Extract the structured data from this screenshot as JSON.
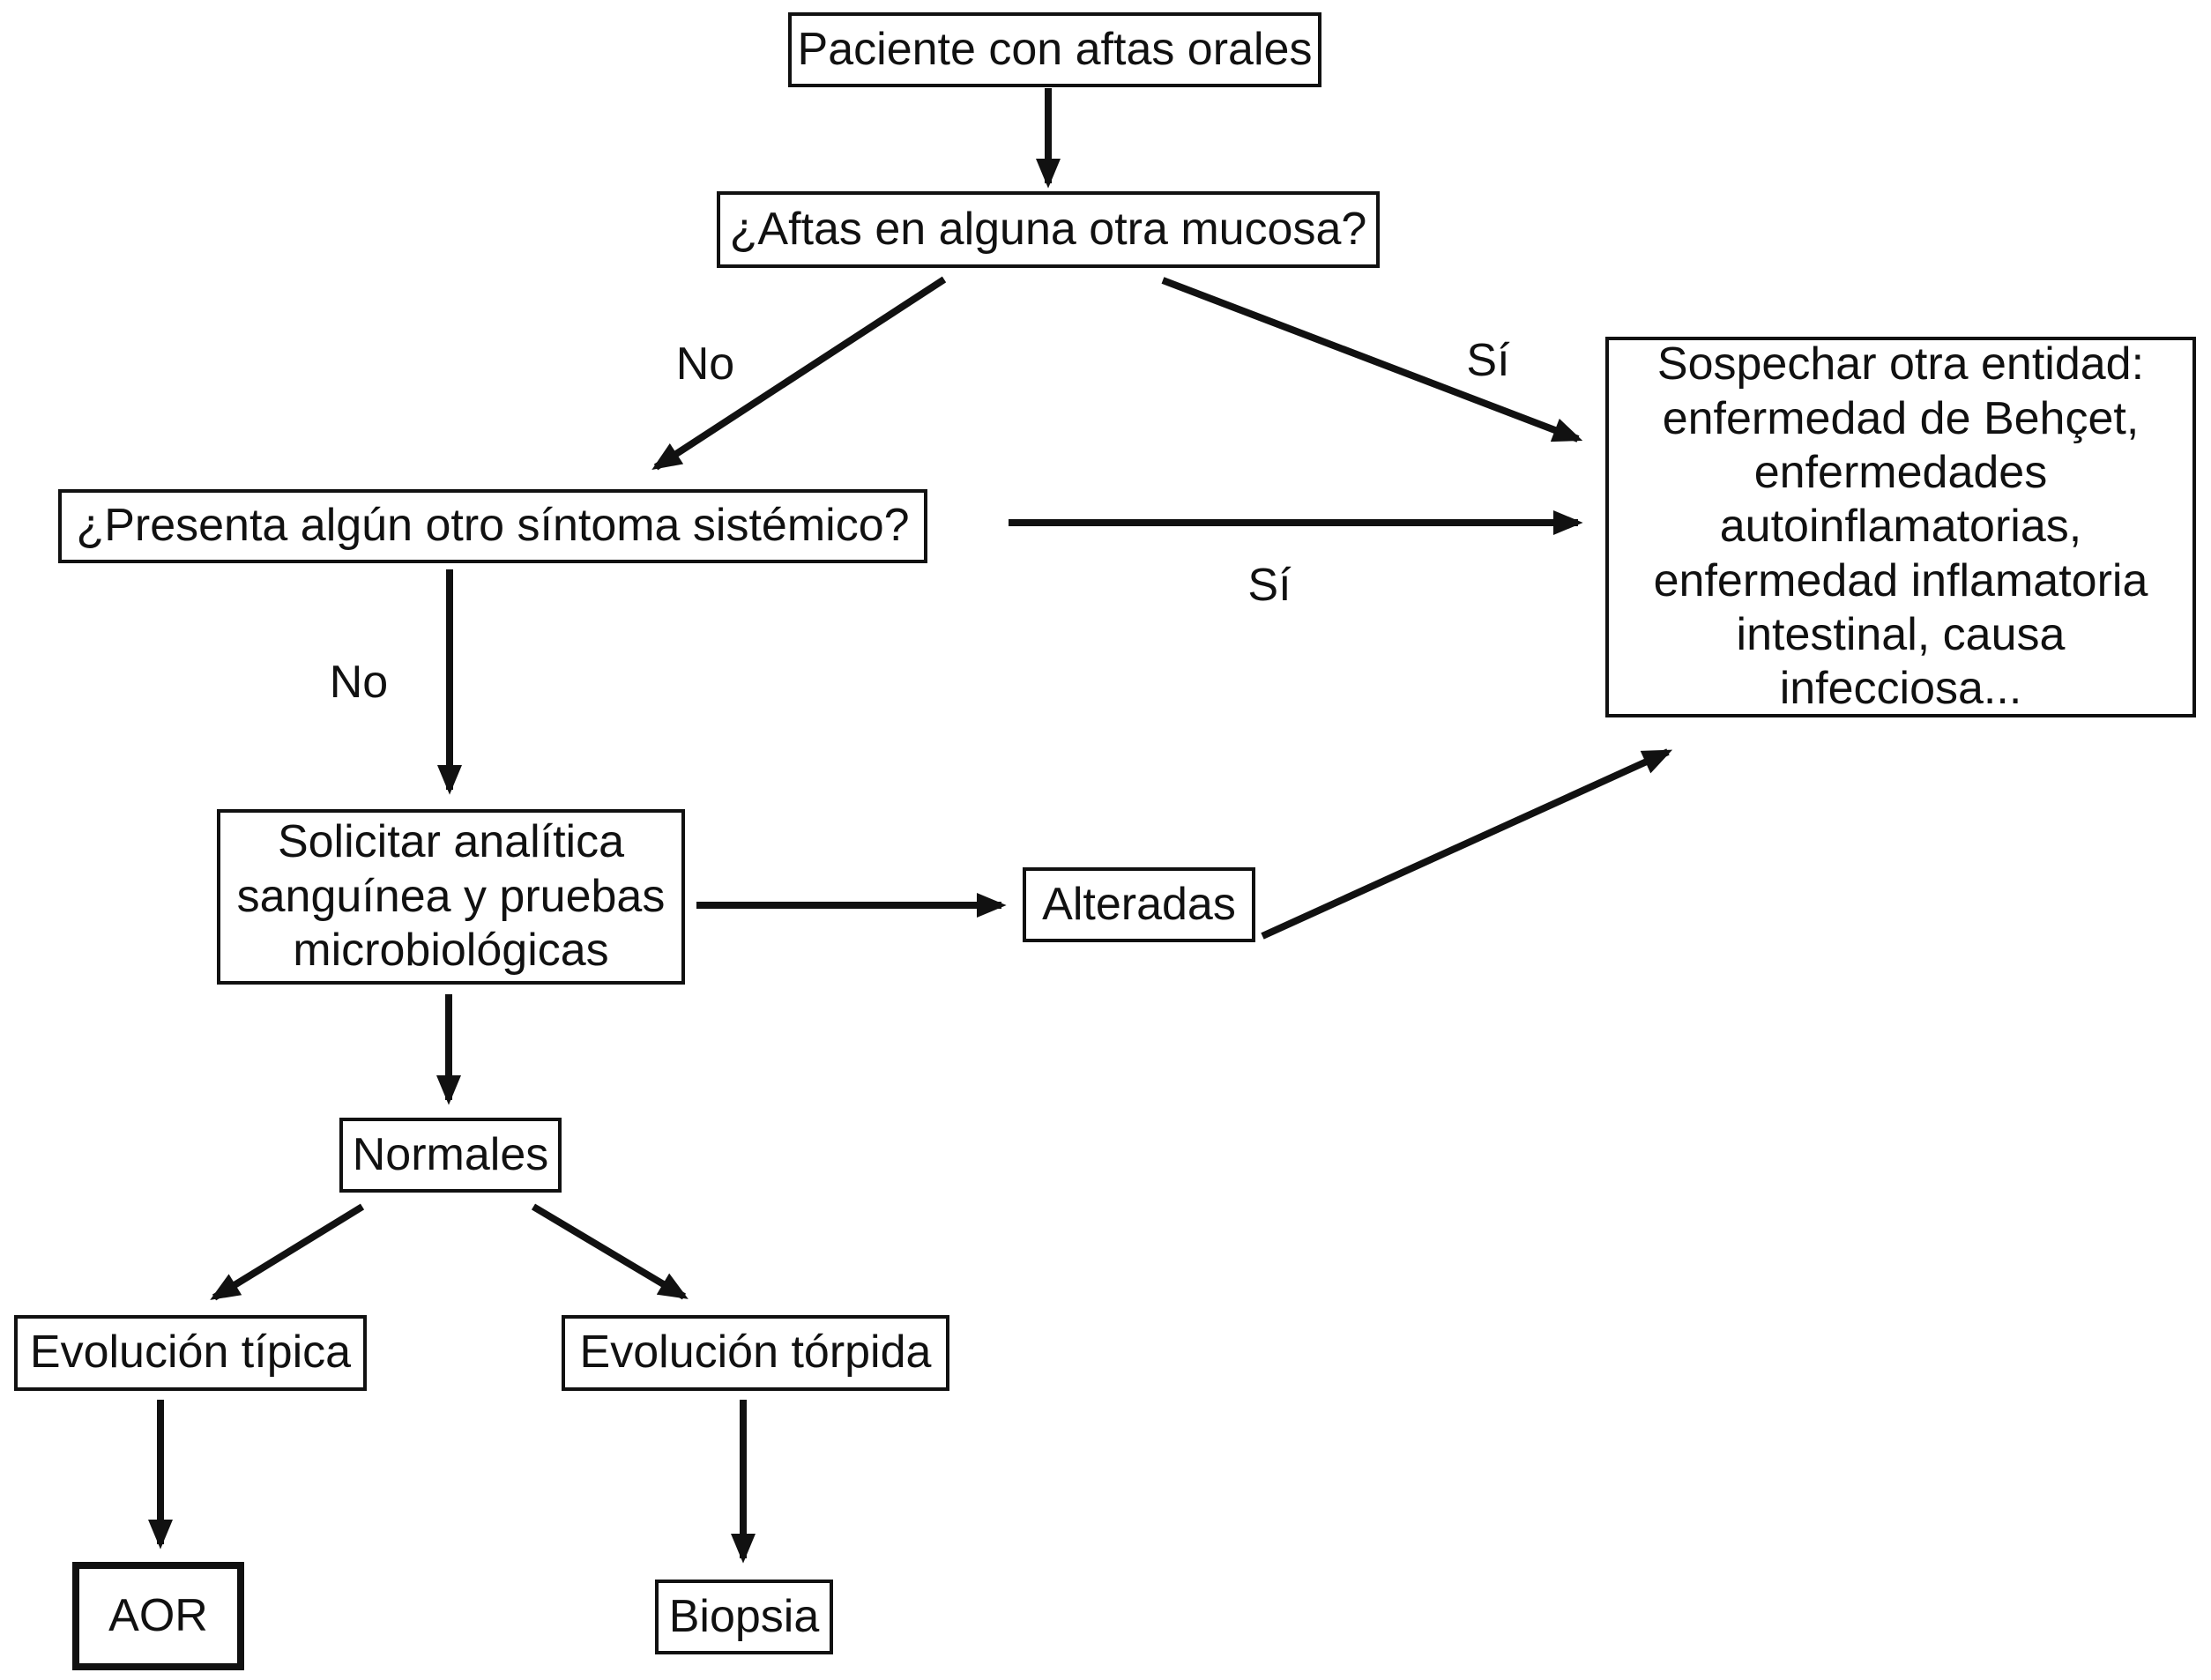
{
  "style": {
    "background": "#ffffff",
    "line_color": "#111111",
    "text_color": "#111111"
  },
  "nodes": {
    "paciente": {
      "label": "Paciente con aftas orales"
    },
    "aftas_otra_mucosa": {
      "label": "¿Aftas en alguna otra mucosa?"
    },
    "sospechar": {
      "label": [
        "Sospechar otra entidad:",
        "enfermedad de Behçet,",
        "enfermedades",
        "autoinflamatorias,",
        "enfermedad inflamatoria",
        "intestinal, causa",
        "infecciosa..."
      ]
    },
    "sintoma_sistemico": {
      "label": "¿Presenta algún otro síntoma sistémico?"
    },
    "solicitar_analitica": {
      "label": [
        "Solicitar analítica",
        "sanguínea y pruebas",
        "microbiológicas"
      ]
    },
    "alteradas": {
      "label": "Alteradas"
    },
    "normales": {
      "label": "Normales"
    },
    "evolucion_tipica": {
      "label": "Evolución típica"
    },
    "evolucion_torpida": {
      "label": "Evolución tórpida"
    },
    "aor": {
      "label": "AOR"
    },
    "biopsia": {
      "label": "Biopsia"
    }
  },
  "edge_labels": {
    "no_mucosa": "No",
    "si_mucosa": "Sí",
    "si_sistemico": "Sí",
    "no_sistemico": "No"
  }
}
